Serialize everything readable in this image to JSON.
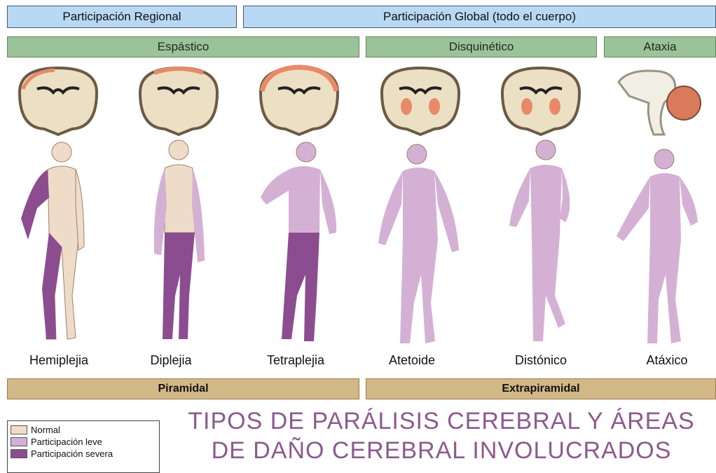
{
  "header": {
    "regional": "Participación Regional",
    "global": "Participación Global (todo el cuerpo)"
  },
  "categories": {
    "spastic": "Espástico",
    "dyskinetic": "Disquinético",
    "ataxia": "Ataxia"
  },
  "figures": [
    {
      "label": "Hemiplejia",
      "severity": "hemi"
    },
    {
      "label": "Diplejia",
      "severity": "di"
    },
    {
      "label": "Tetraplejia",
      "severity": "tetra"
    },
    {
      "label": "Atetoide",
      "severity": "mild"
    },
    {
      "label": "Distónico",
      "severity": "mild"
    },
    {
      "label": "Atáxico",
      "severity": "mild"
    }
  ],
  "footer": {
    "pyramidal": "Piramidal",
    "extrapyramidal": "Extrapiramidal"
  },
  "legend": [
    {
      "label": "Normal",
      "color": "#efdcc8"
    },
    {
      "label": "Participación leve",
      "color": "#d4b1d4"
    },
    {
      "label": "Participación severa",
      "color": "#8c4d90"
    }
  ],
  "title_line1": "TIPOS DE PARÁLISIS CEREBRAL Y ÁREAS",
  "title_line2": "DE DAÑO CEREBRAL INVOLUCRADOS",
  "colors": {
    "normal": "#efdcc8",
    "mild": "#d4b1d4",
    "severe": "#8c4d90",
    "lesion": "#e88a6a"
  }
}
